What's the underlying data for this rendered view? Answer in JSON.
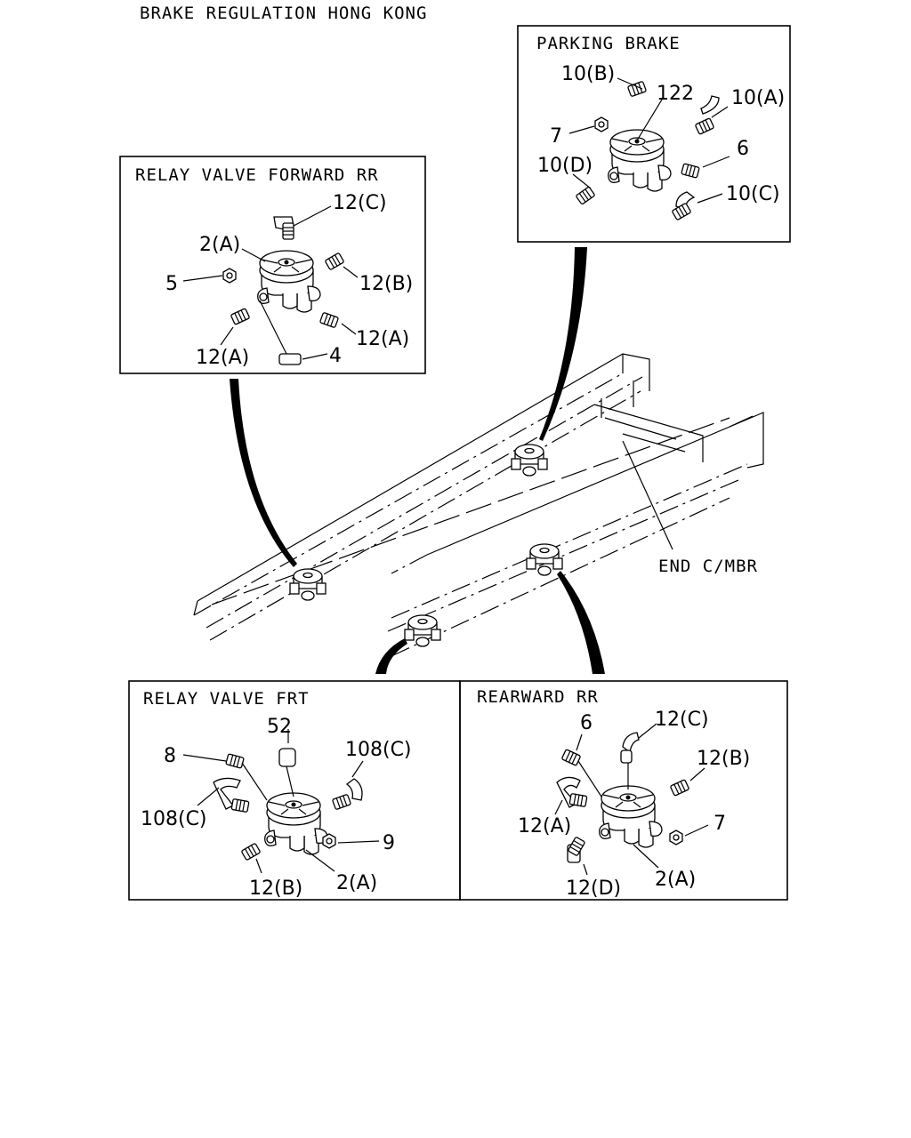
{
  "title": "BRAKE REGULATION HONG KONG",
  "end_member_label": "END C/MBR",
  "boxes": {
    "parking_brake": {
      "title": "PARKING BRAKE",
      "callouts": [
        "10(B)",
        "122",
        "10(A)",
        "7",
        "6",
        "10(D)",
        "10(C)"
      ]
    },
    "relay_valve_forward_rr": {
      "title": "RELAY VALVE FORWARD RR",
      "callouts": [
        "12(C)",
        "2(A)",
        "5",
        "12(B)",
        "12(A)",
        "12(A)",
        "4"
      ]
    },
    "relay_valve_frt": {
      "title": "RELAY VALVE FRT",
      "callouts": [
        "52",
        "8",
        "108(C)",
        "108(C)",
        "9",
        "12(B)",
        "2(A)"
      ]
    },
    "rearward_rr": {
      "title": "REARWARD RR",
      "callouts": [
        "6",
        "12(C)",
        "12(B)",
        "12(A)",
        "7",
        "12(D)",
        "2(A)"
      ]
    }
  }
}
